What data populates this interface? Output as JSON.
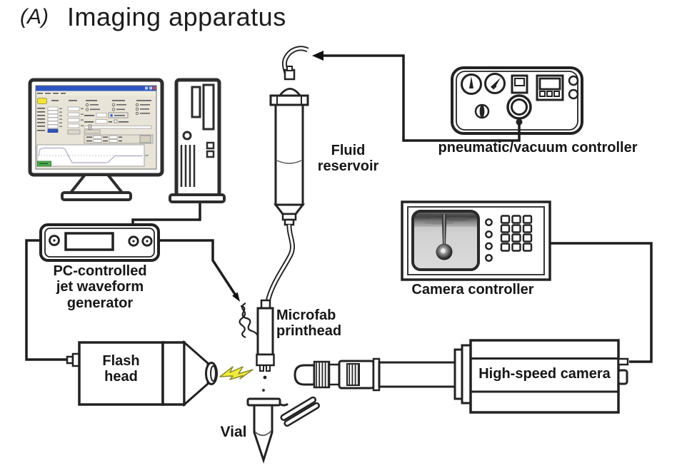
{
  "figure": {
    "panel_label": "(A)",
    "title": "Imaging apparatus"
  },
  "components": {
    "fluid_reservoir": {
      "label": "Fluid\nreservoir"
    },
    "pneumatic_controller": {
      "label": "pneumatic/vacuum controller"
    },
    "waveform_generator": {
      "label": "PC-controlled\njet waveform\ngenerator"
    },
    "camera_controller": {
      "label": "Camera controller"
    },
    "printhead": {
      "label": "Microfab\nprinthead"
    },
    "flash_head": {
      "label": "Flash\nhead"
    },
    "high_speed_camera": {
      "label": "High-speed camera"
    },
    "vial": {
      "label": "Vial"
    }
  },
  "colors": {
    "line_art": "#222222",
    "flash_bolt": "#f2ea3c",
    "software_titlebar": "#2b55c0",
    "software_highlight_field": "#2f55b8",
    "software_start_button": "#f2e338",
    "software_run_button": "#53ae53"
  }
}
